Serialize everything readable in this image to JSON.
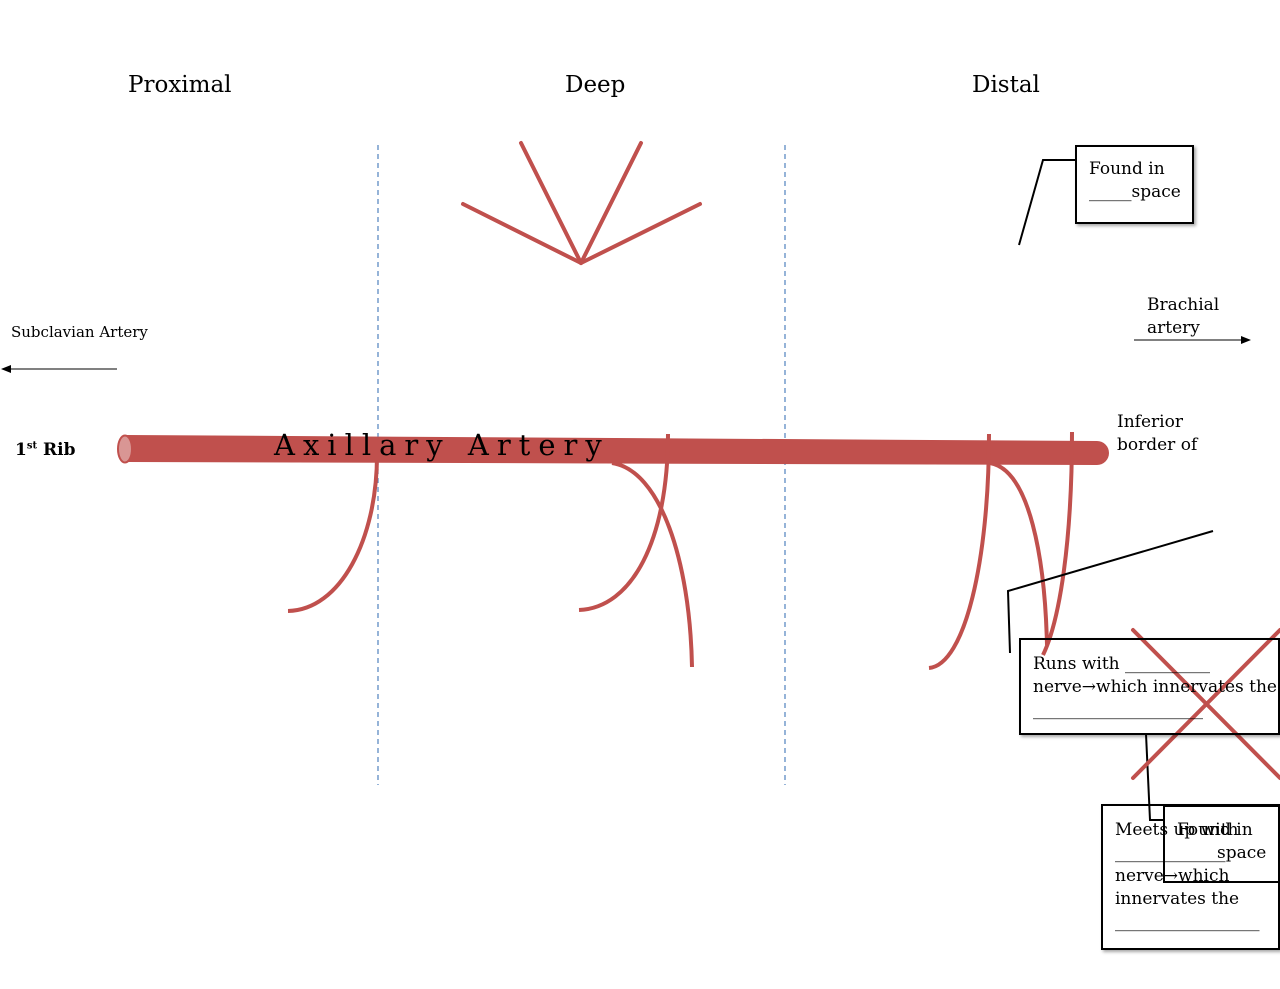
{
  "regions": {
    "proximal": "Proximal",
    "deep": "Deep",
    "distal": "Distal"
  },
  "labels": {
    "subclavian": "Subclavian Artery",
    "brachial_line1": "Brachial",
    "brachial_line2": "artery",
    "first_rib_num": "1",
    "first_rib_sup": "st",
    "first_rib_word": " Rib",
    "artery_title": "Axillary  Artery",
    "inferior_line1": "Inferior",
    "inferior_line2": "border of"
  },
  "boxes": {
    "found_space_top": {
      "line1": "Found in",
      "line2": "_____space"
    },
    "runs_with": {
      "line1": "Runs with __________",
      "line2": "nerve→which innervates the",
      "line3": "____________________"
    },
    "meets_up": {
      "line1": "Meets up with",
      "line2": "_____________",
      "line3": "nerve→which",
      "line4": "innervates the",
      "line5": "_________________"
    },
    "found_space_bottom": {
      "line1": "Found in",
      "line2": "space"
    }
  },
  "colors": {
    "artery": "#c0504d",
    "divider": "#4f81bd",
    "ink": "#000000"
  }
}
